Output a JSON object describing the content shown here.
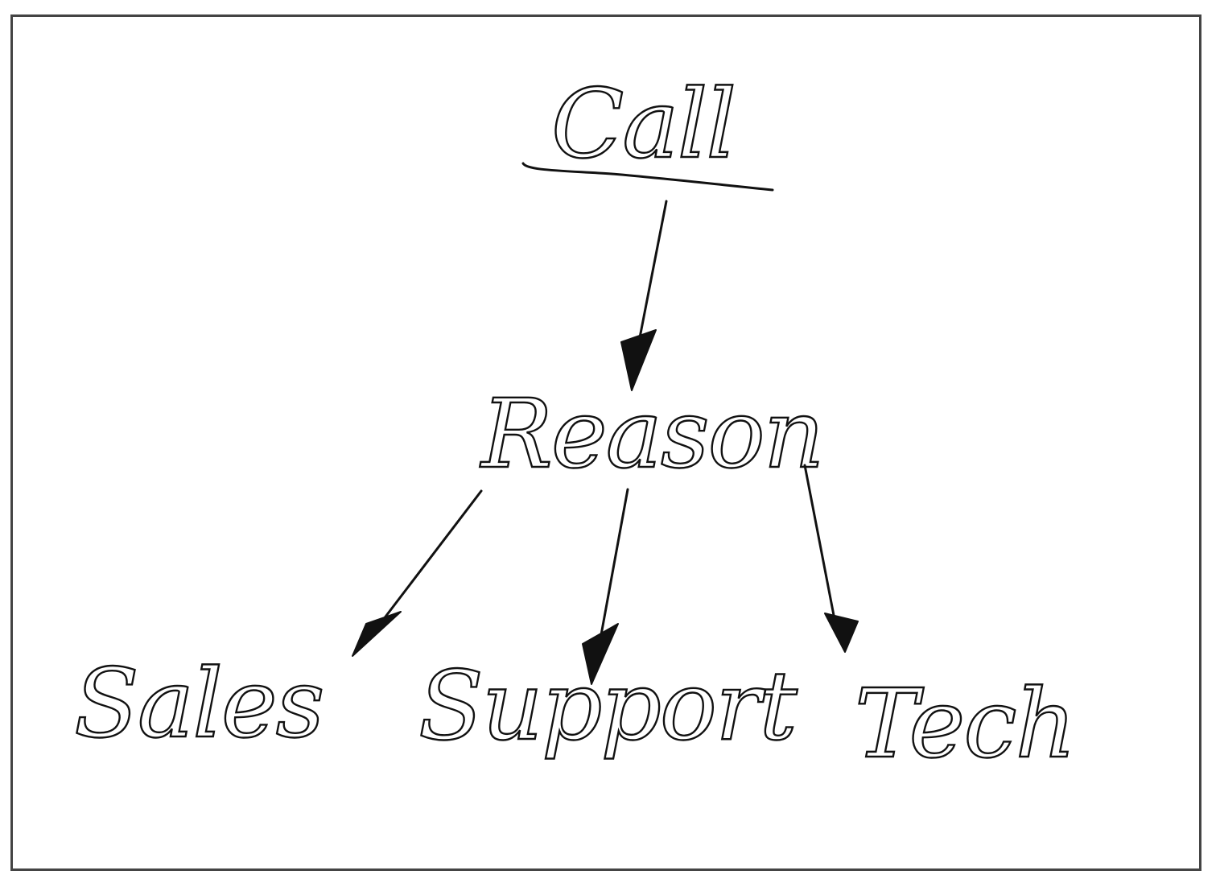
{
  "diagram": {
    "nodes": {
      "root": {
        "label": "Call"
      },
      "middle": {
        "label": "Reason"
      },
      "leaf_left": {
        "label": "Sales"
      },
      "leaf_center": {
        "label": "Support"
      },
      "leaf_right": {
        "label": "Tech"
      }
    },
    "edges": [
      {
        "from": "Call",
        "to": "Reason"
      },
      {
        "from": "Reason",
        "to": "Sales"
      },
      {
        "from": "Reason",
        "to": "Support"
      },
      {
        "from": "Reason",
        "to": "Tech"
      }
    ],
    "colors": {
      "ink": "#111111",
      "frame": "#444444",
      "background": "#ffffff"
    }
  }
}
